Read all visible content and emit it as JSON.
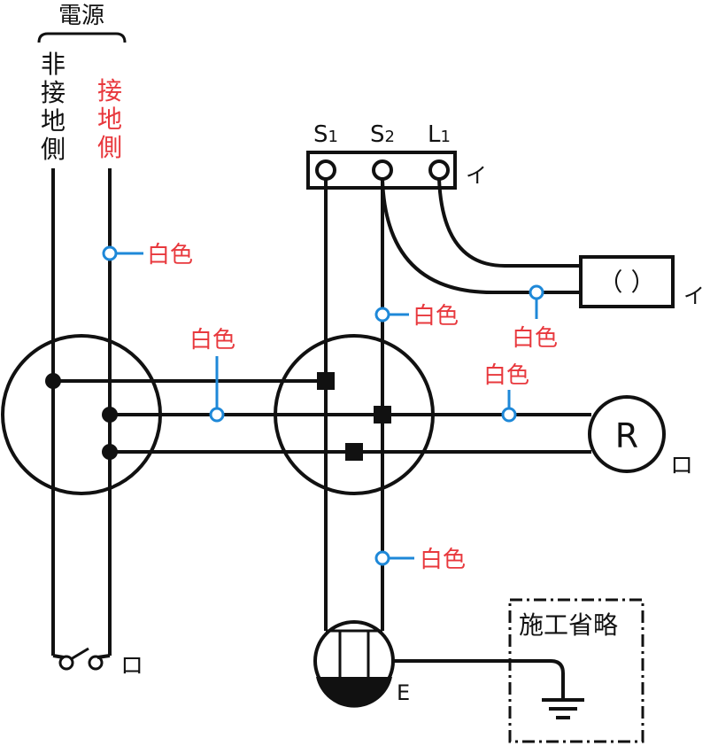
{
  "power_source": {
    "title": "電源",
    "non_grounded_side": [
      "非",
      "接",
      "地",
      "側"
    ],
    "grounded_side": [
      "接",
      "地",
      "側"
    ]
  },
  "switch": {
    "terminals": [
      "S1",
      "S2",
      "L1"
    ],
    "terminal_labels": [
      {
        "base": "S",
        "sub": "1"
      },
      {
        "base": "S",
        "sub": "2"
      },
      {
        "base": "L",
        "sub": "1"
      }
    ],
    "label": "イ"
  },
  "pilot_lamp": {
    "text": "（  ）",
    "label": "イ"
  },
  "lamp": {
    "symbol": "R",
    "label": "ロ"
  },
  "outlet": {
    "ground_label": "E"
  },
  "bottom_switch": {
    "label": "ロ"
  },
  "construction_box": {
    "text": "施工省略"
  },
  "wire_color_labels": {
    "grounded_drop": "白色",
    "box_to_box": "白色",
    "s2_vertical_upper": "白色",
    "lamp_return": "白色",
    "to_lamp_r": "白色",
    "s2_vertical_lower": "白色"
  },
  "colors": {
    "line": "#111111",
    "red_text": "#e8383d",
    "marker": "#1e88d8"
  }
}
